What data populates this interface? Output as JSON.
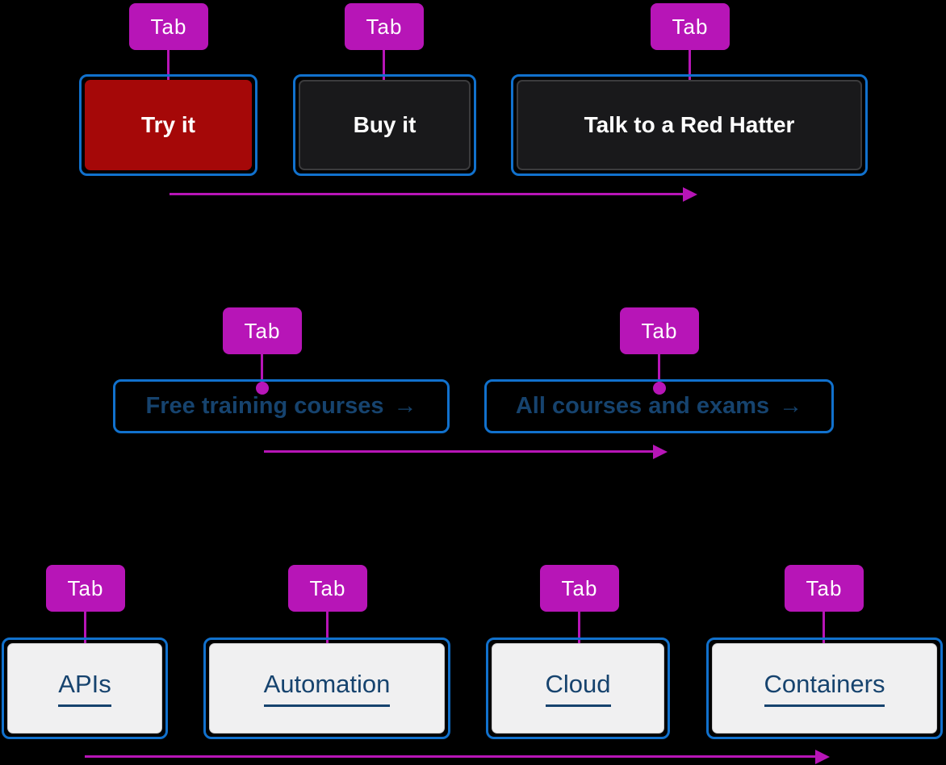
{
  "tab_key_label": "Tab",
  "colors": {
    "bg": "#000000",
    "magenta": "#B715B7",
    "blue": "#1171CD",
    "red": "#A50808",
    "dark": "#19191B",
    "dark_border": "#3B3B3D",
    "navy": "#16436E",
    "tile_bg": "#F0F0F1",
    "tile_border": "#CACACC",
    "white": "#FFFFFF"
  },
  "buttons_row": {
    "items": [
      {
        "label": "Try it",
        "variant": "red"
      },
      {
        "label": "Buy it",
        "variant": "dark"
      },
      {
        "label": "Talk to a Red Hatter",
        "variant": "dark"
      }
    ]
  },
  "links_row": {
    "items": [
      {
        "label": "Free training courses",
        "arrow_icon": "→"
      },
      {
        "label": "All courses and exams",
        "arrow_icon": "→"
      }
    ]
  },
  "tiles_row": {
    "items": [
      {
        "label": "APIs"
      },
      {
        "label": "Automation"
      },
      {
        "label": "Cloud"
      },
      {
        "label": "Containers"
      }
    ]
  }
}
